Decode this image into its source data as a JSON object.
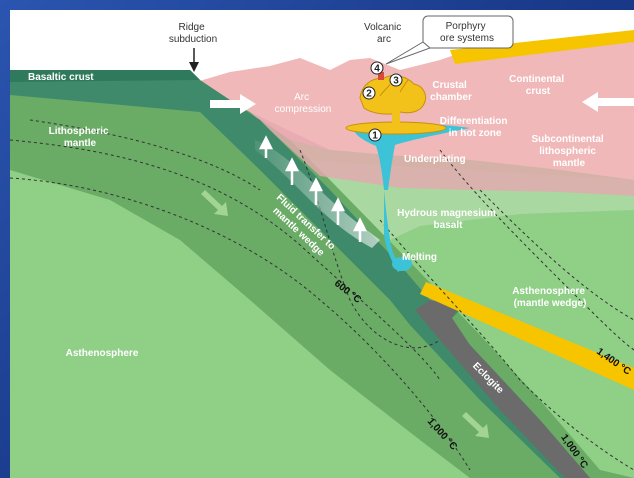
{
  "labels": {
    "ridge_subduction": [
      "Ridge",
      "subduction"
    ],
    "volcanic_arc": [
      "Volcanic",
      "arc"
    ],
    "porphyry": [
      "Porphyry",
      "ore systems"
    ],
    "basaltic_crust": "Basaltic crust",
    "lithospheric_mantle": [
      "Lithospheric",
      "mantle"
    ],
    "arc_compression": [
      "Arc",
      "compression"
    ],
    "crustal_chamber": [
      "Crustal",
      "chamber"
    ],
    "continental_crust": [
      "Continental",
      "crust"
    ],
    "differentiation": [
      "Differentiation",
      "in hot zone"
    ],
    "underplating": "Underplating",
    "subcontinental": [
      "Subcontinental",
      "lithospheric",
      "mantle"
    ],
    "fluid_transfer": [
      "Fluid transfer to",
      "mantle wedge"
    ],
    "hydrous": [
      "Hydrous magnesium",
      "basalt"
    ],
    "melting": "Melting",
    "asthenosphere_wedge": [
      "Asthenosphere",
      "(mantle wedge)"
    ],
    "asthenosphere": "Asthenosphere",
    "eclogite": "Eclogite",
    "t600": "600 °C",
    "t1000a": "1,000 °C",
    "t1000b": "1,000 °C",
    "t1400": "1,400 °C"
  },
  "markers": [
    "1",
    "2",
    "3",
    "4"
  ],
  "colors": {
    "sky": "#ffffff",
    "continental_crust": "#f0b8b8",
    "oceanic_crust": "#3f8a6a",
    "lithospheric_mantle": "#6aab66",
    "asthenosphere": "#8fcf86",
    "eclogite": "#6b6b6b",
    "magma": "#f3c21a",
    "underplating": "#3cc3d8"
  }
}
